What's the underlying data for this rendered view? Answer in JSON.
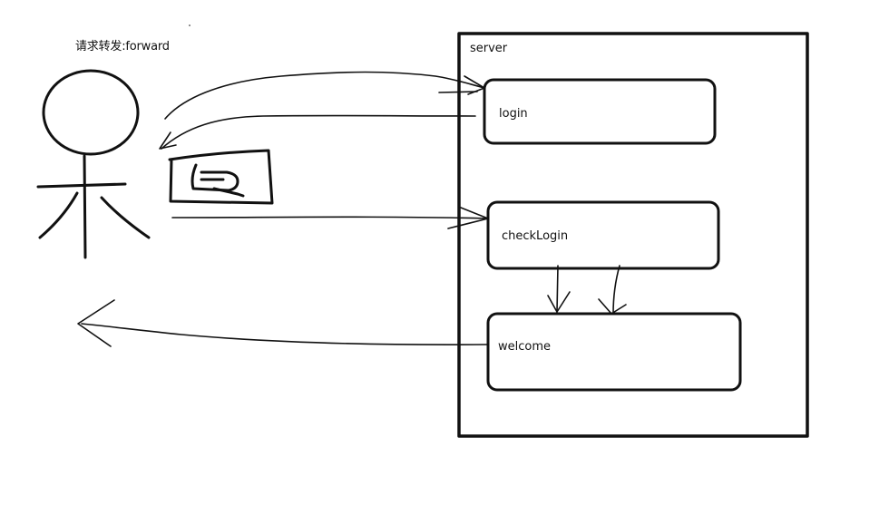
{
  "title": "请求转发:forward",
  "server": {
    "label": "server",
    "nodes": [
      {
        "label": "login"
      },
      {
        "label": "checkLogin"
      },
      {
        "label": "welcome"
      }
    ]
  },
  "colors": {
    "stroke": "#111111",
    "background": "#ffffff"
  },
  "icons": [
    "stick-figure-user-icon",
    "form-page-icon"
  ]
}
